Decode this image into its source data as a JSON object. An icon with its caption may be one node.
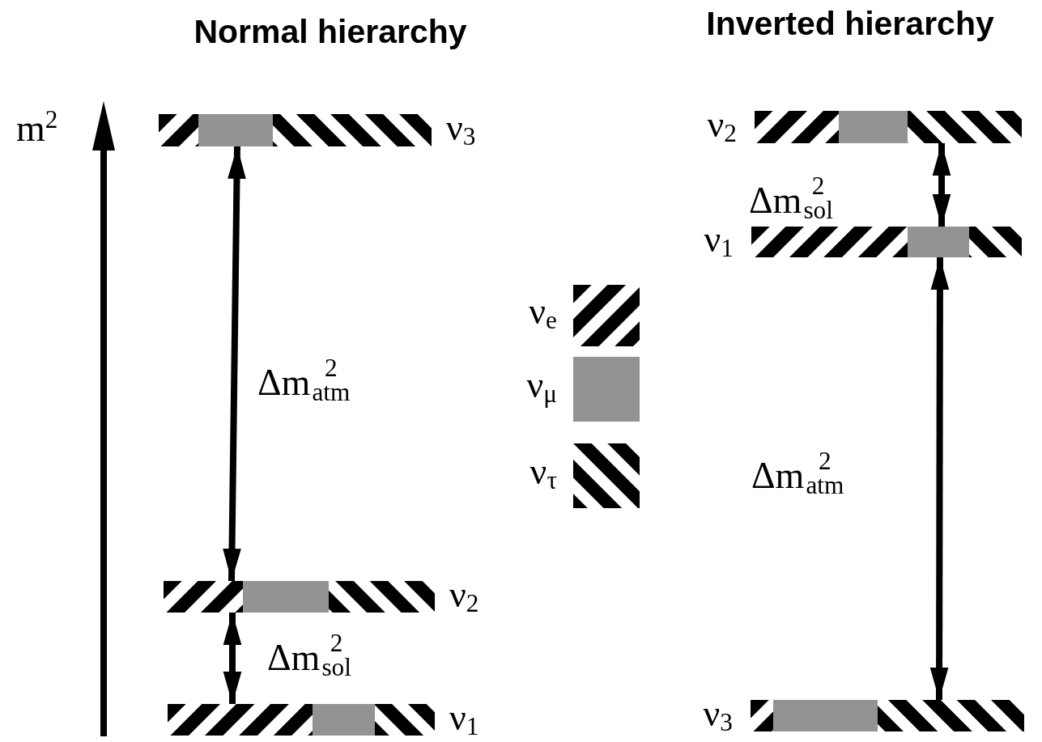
{
  "diagram": {
    "nodes": [
      {
        "text": [
          "ν$_{3}$"
        ]
      },
      {
        "text": [
          "ν$_{2}$"
        ]
      },
      {
        "text": [
          "ν$_{1}$"
        ]
      },
      {
        "text": [
          "ν$_{2}$"
        ]
      },
      {
        "text": [
          "ν$_{1}$"
        ]
      },
      {
        "text": [
          "ν$_{3}$"
        ]
      }
    ],
    "edges": [
      {
        "from": 0,
        "to": 1,
        "arrow": "both",
        "label": "Δm$^{2}$$_{atm}$"
      },
      {
        "from": 1,
        "to": 2,
        "arrow": "both",
        "label": "Δm$^{2}$$_{sol}$"
      },
      {
        "from": 3,
        "to": 4,
        "arrow": "both",
        "label": "Δm$^{2}$$_{sol}$"
      },
      {
        "from": 4,
        "to": 5,
        "arrow": "both",
        "label": "Δm$^{2}$$_{atm}$"
      }
    ],
    "labels": [
      "Normal hierarchy",
      "Inverted hierarchy",
      "m$^{2}$"
    ],
    "legend": [
      {
        "text": "ν$_{e}$"
      },
      {
        "text": "ν$_{μ}$",
        "color": "#939393"
      },
      {
        "text": "ν$_{τ}$"
      }
    ]
  }
}
